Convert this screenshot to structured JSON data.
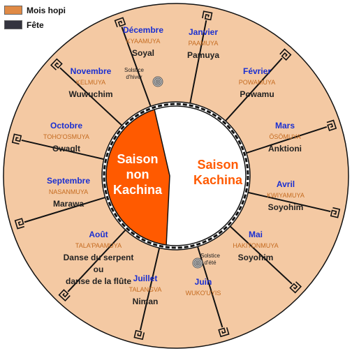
{
  "legend": [
    {
      "label": "Mois hopi",
      "color": "#e08a45"
    },
    {
      "label": "Fête",
      "color": "#34343f"
    }
  ],
  "colors": {
    "outer": "#f4c9a3",
    "line": "#111111",
    "month_title": "#1a2fd1",
    "hopi_name": "#c46a1f",
    "feast": "#222222",
    "non_kachina": "#ff5a00",
    "kachina_text": "#ff5a00"
  },
  "center": {
    "non_kachina_label": [
      "Saison",
      "non",
      "Kachina"
    ],
    "kachina_label": [
      "Saison",
      "Kachina"
    ]
  },
  "solstices": {
    "winter": [
      "Solstice",
      "d'hiver"
    ],
    "summer": [
      "Solstice",
      "d'été"
    ]
  },
  "months": [
    {
      "name": "Décembre",
      "hopi": "KYAAMUYA",
      "feast": [
        "Soyal"
      ]
    },
    {
      "name": "Janvier",
      "hopi": "PAAMUYA",
      "feast": [
        "Pamuya"
      ]
    },
    {
      "name": "Février",
      "hopi": "POWAMUYA",
      "feast": [
        "Powamu"
      ]
    },
    {
      "name": "Mars",
      "hopi": "ÖSÖMUYA",
      "feast": [
        "Anktioni"
      ]
    },
    {
      "name": "Avril",
      "hopi": "KWIYAMUYA",
      "feast": [
        "Soyohim"
      ]
    },
    {
      "name": "Mai",
      "hopi": "HAKITONMUYA",
      "feast": [
        "Soyohim"
      ]
    },
    {
      "name": "Juin",
      "hopi": "WUKO'UYIS",
      "feast": []
    },
    {
      "name": "Juillet",
      "hopi": "TALANGVA",
      "feast": [
        "Niman"
      ]
    },
    {
      "name": "Août",
      "hopi": "TALA'PAAMUYA",
      "feast": [
        "Danse du serpent",
        "ou",
        "danse de la flûte"
      ]
    },
    {
      "name": "Septembre",
      "hopi": "NASANMUYA",
      "feast": [
        "Marawa"
      ]
    },
    {
      "name": "Octobre",
      "hopi": "TOHO'OSMUYA",
      "feast": [
        "Owaqlt"
      ]
    },
    {
      "name": "Novembre",
      "hopi": "KELMUYA",
      "feast": [
        "Wuwuchim"
      ]
    }
  ]
}
